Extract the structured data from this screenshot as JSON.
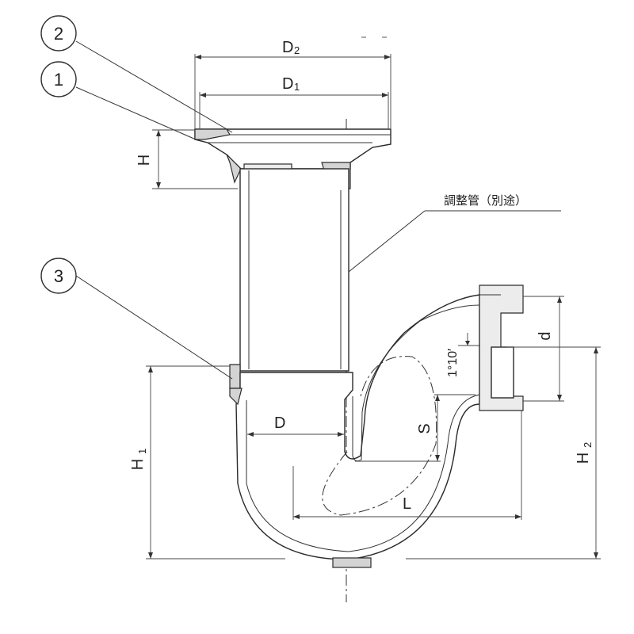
{
  "labels": {
    "callout_1": "1",
    "callout_2": "2",
    "callout_3": "3",
    "d2_main": "D",
    "d2_sub": "2",
    "d1_main": "D",
    "d1_sub": "1",
    "h": "H",
    "d": "D",
    "small_d": "d",
    "h1_main": "H",
    "h1_sub": "1",
    "h2_main": "H",
    "h2_sub": "2",
    "s": "S",
    "l": "L",
    "angle": "1°10′",
    "adjust_pipe": "調整管（別途）"
  }
}
